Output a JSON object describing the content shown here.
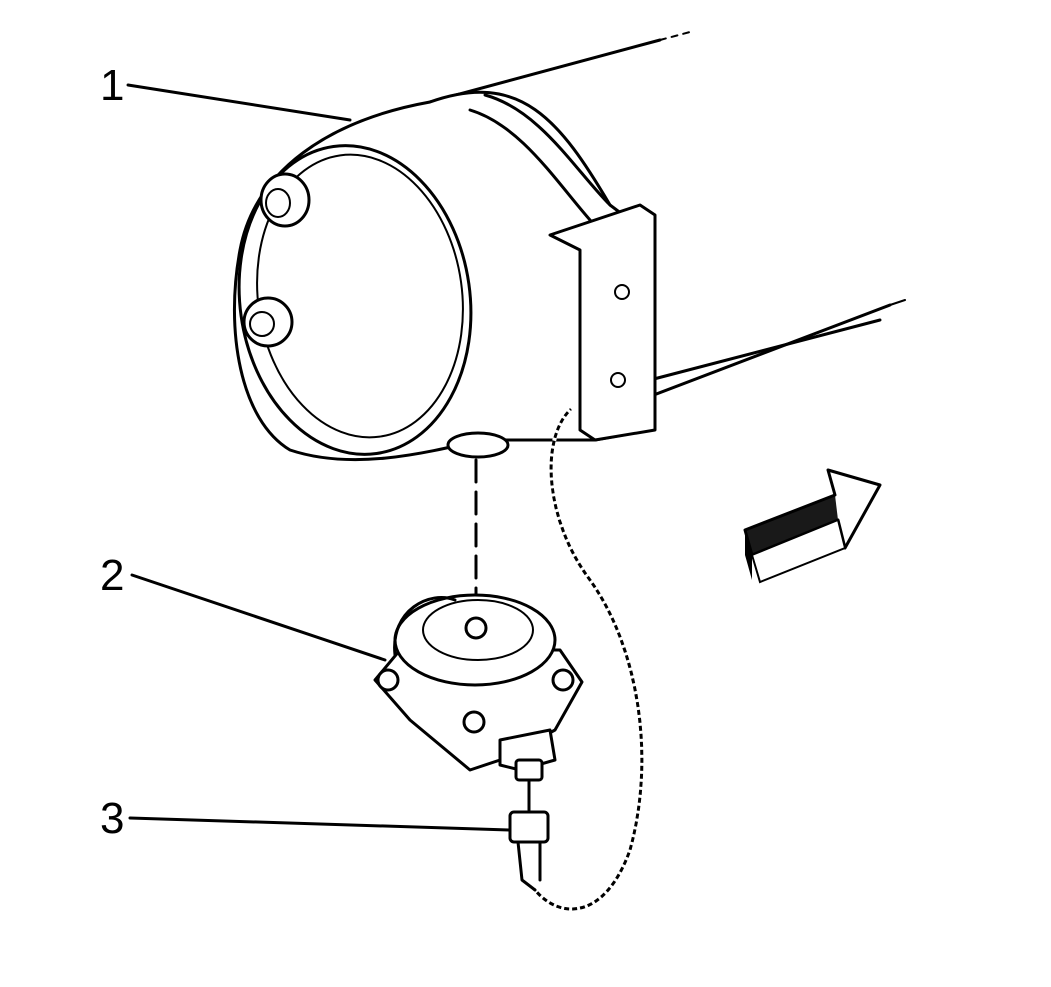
{
  "callouts": [
    {
      "id": "1",
      "label": "1"
    },
    {
      "id": "2",
      "label": "2"
    },
    {
      "id": "3",
      "label": "3"
    }
  ],
  "icons": {
    "direction_arrow": "front-direction-arrow-icon"
  },
  "colors": {
    "ink": "#000000",
    "paper": "#ffffff"
  }
}
